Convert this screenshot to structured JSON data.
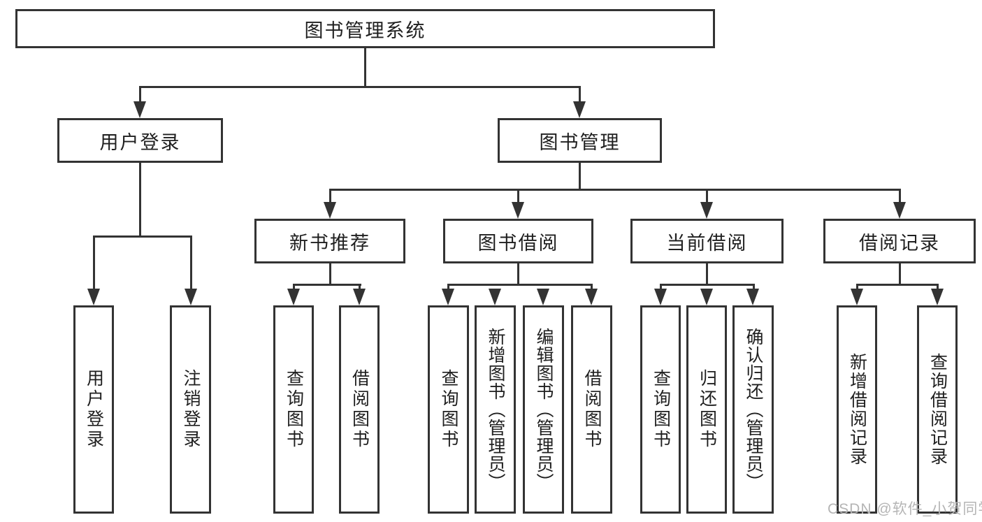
{
  "tree": {
    "root": {
      "label": "图书管理系统"
    },
    "level2": [
      {
        "label": "用户登录",
        "children": [
          {
            "label": "用户登录"
          },
          {
            "label": "注销登录"
          }
        ]
      },
      {
        "label": "图书管理",
        "children": [
          {
            "label": "新书推荐",
            "children": [
              {
                "label": "查询图书"
              },
              {
                "label": "借阅图书"
              }
            ]
          },
          {
            "label": "图书借阅",
            "children": [
              {
                "label": "查询图书"
              },
              {
                "label": "新增图书（管理员）"
              },
              {
                "label": "编辑图书（管理员）"
              },
              {
                "label": "借阅图书"
              }
            ]
          },
          {
            "label": "当前借阅",
            "children": [
              {
                "label": "查询图书"
              },
              {
                "label": "归还图书"
              },
              {
                "label": "确认归还（管理员）"
              }
            ]
          },
          {
            "label": "借阅记录",
            "children": [
              {
                "label": "新增借阅记录"
              },
              {
                "label": "查询借阅记录"
              }
            ]
          }
        ]
      }
    ]
  },
  "watermark": {
    "text": "CSDN @软件_小贺同学",
    "color": "#b5b5b5"
  },
  "colors": {
    "line": "#333333",
    "box_border": "#333333",
    "text": "#1f1f1f",
    "background": "#ffffff"
  }
}
